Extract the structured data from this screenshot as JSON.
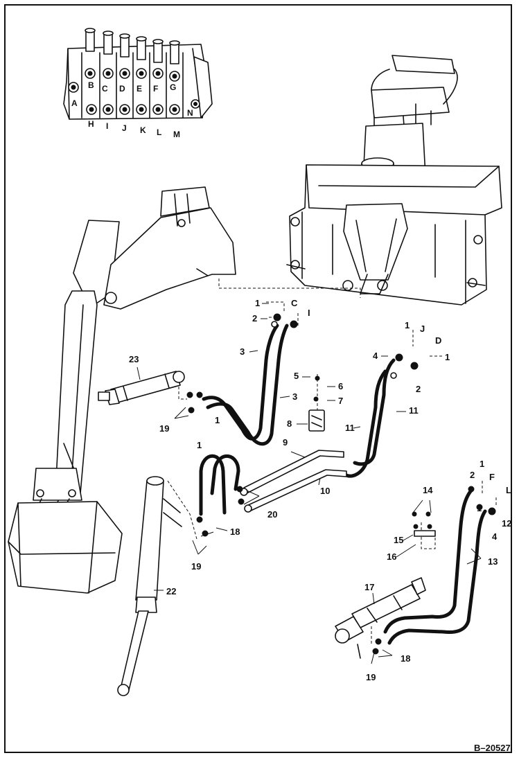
{
  "figure_id": "B–20527",
  "valve_ports": [
    "A",
    "B",
    "C",
    "D",
    "E",
    "F",
    "G",
    "H",
    "I",
    "J",
    "K",
    "L",
    "M",
    "N"
  ],
  "callouts": {
    "c1a": "1",
    "c2a": "2",
    "cCa": "C",
    "cIa": "I",
    "c3a": "3",
    "c3b": "3",
    "c23": "23",
    "c5": "5",
    "c6": "6",
    "c7": "7",
    "c8": "8",
    "c1b": "1",
    "cJ": "J",
    "cDb": "D",
    "c4a": "4",
    "c1c": "1",
    "c2b": "2",
    "c11a": "11",
    "c11b": "11",
    "c19a": "19",
    "c1x": "1",
    "c9": "9",
    "c10": "10",
    "c1d": "1",
    "c20": "20",
    "c18a": "18",
    "c19b": "19",
    "c22": "22",
    "c14": "14",
    "c15": "15",
    "c16": "16",
    "c1e": "1",
    "c2c": "2",
    "cF": "F",
    "cL": "L",
    "c1f": "1",
    "c12": "12",
    "c4b": "4",
    "c13": "13",
    "c17": "17",
    "c18b": "18",
    "c19c": "19"
  }
}
